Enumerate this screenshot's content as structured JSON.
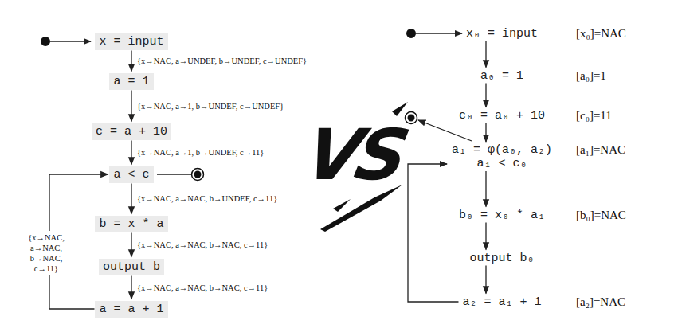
{
  "diagram": {
    "nodes": [
      {
        "text": [
          "x = input"
        ]
      },
      {
        "text": [
          "a = 1"
        ]
      },
      {
        "text": [
          "c = a + 10"
        ]
      },
      {
        "text": [
          "a < c"
        ]
      },
      {
        "text": [
          "b = x * a"
        ]
      },
      {
        "text": [
          "output b"
        ]
      },
      {
        "text": [
          "a = a + 1"
        ]
      },
      {
        "text": [
          "x₀ = input"
        ]
      },
      {
        "text": [
          "a₀ = 1"
        ]
      },
      {
        "text": [
          "c₀ = a₀ + 10"
        ]
      },
      {
        "text": [
          "a₁ = φ(a₀, a₂)",
          "a₁ < c₀"
        ]
      },
      {
        "text": [
          "b₀ = x₀ * a₁"
        ]
      },
      {
        "text": [
          "output b₀"
        ]
      },
      {
        "text": [
          "a₂ = a₁ + 1"
        ]
      }
    ],
    "edges": [
      {
        "from": 0,
        "to": 1,
        "arrow": "to",
        "label": "{x→NAC, a→UNDEF, b→UNDEF, c→UNDEF}"
      },
      {
        "from": 1,
        "to": 2,
        "arrow": "to",
        "label": "{x→NAC, a→1, b→UNDEF, c→UNDEF}"
      },
      {
        "from": 2,
        "to": 3,
        "arrow": "to",
        "label": "{x→NAC, a→1, b→UNDEF, c→11}"
      },
      {
        "from": 3,
        "to": 4,
        "arrow": "to",
        "label": "{x→NAC, a→NAC, b→UNDEF, c→11}"
      },
      {
        "from": 4,
        "to": 5,
        "arrow": "to",
        "label": "{x→NAC, a→NAC, b→NAC, c→11}"
      },
      {
        "from": 5,
        "to": 6,
        "arrow": "to",
        "label": "{x→NAC, a→NAC, b→NAC, c→11}"
      },
      {
        "from": 6,
        "to": 3,
        "arrow": "to",
        "label": "{x→NAC, a→NAC, b→NAC, c→11}"
      },
      {
        "from": 7,
        "to": 8,
        "arrow": "to"
      },
      {
        "from": 8,
        "to": 9,
        "arrow": "to"
      },
      {
        "from": 9,
        "to": 10,
        "arrow": "to"
      },
      {
        "from": 10,
        "to": 11,
        "arrow": "to"
      },
      {
        "from": 11,
        "to": 12,
        "arrow": "to"
      },
      {
        "from": 12,
        "to": 13,
        "arrow": "to"
      },
      {
        "from": 13,
        "to": 10,
        "arrow": "to"
      }
    ],
    "labels": [
      "[x₀]=NAC",
      "[a₀]=1",
      "[c₀]=11",
      "[a₁]=NAC",
      "[b₀]=NAC",
      "[a₂]=NAC",
      "VS"
    ]
  }
}
